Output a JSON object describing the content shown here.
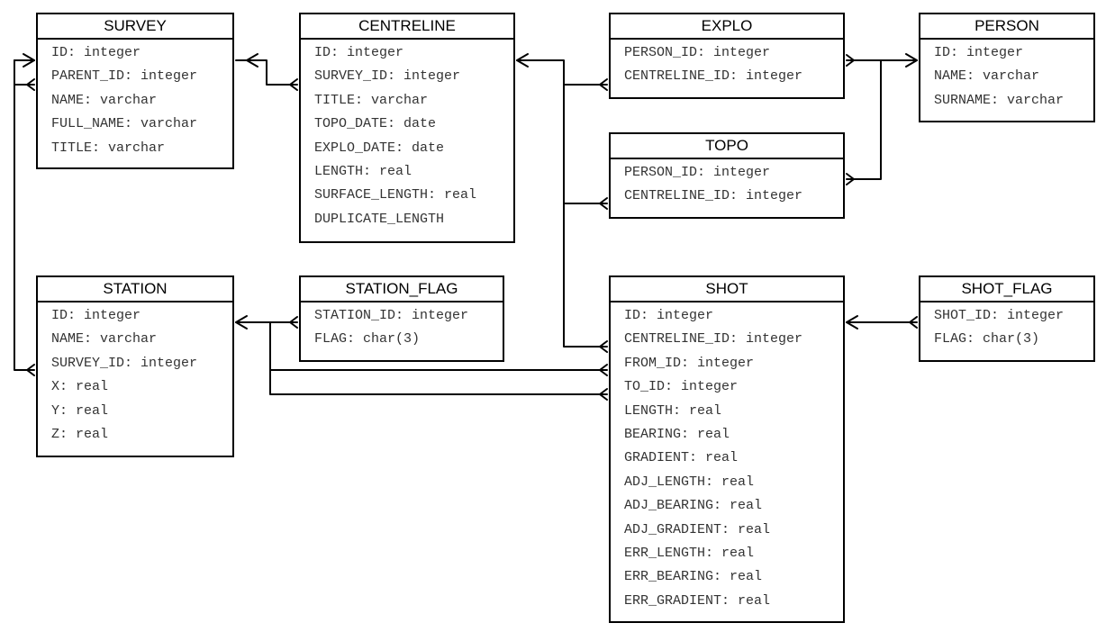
{
  "diagram": {
    "entities": {
      "survey": {
        "name": "SURVEY",
        "fields": [
          "ID: integer",
          "PARENT_ID: integer",
          "NAME: varchar",
          "FULL_NAME: varchar",
          "TITLE: varchar"
        ]
      },
      "centreline": {
        "name": "CENTRELINE",
        "fields": [
          "ID: integer",
          "SURVEY_ID: integer",
          "TITLE: varchar",
          "TOPO_DATE: date",
          "EXPLO_DATE: date",
          "LENGTH: real",
          "SURFACE_LENGTH: real",
          "DUPLICATE_LENGTH"
        ]
      },
      "explo": {
        "name": "EXPLO",
        "fields": [
          "PERSON_ID: integer",
          "CENTRELINE_ID: integer"
        ]
      },
      "person": {
        "name": "PERSON",
        "fields": [
          "ID: integer",
          "NAME: varchar",
          "SURNAME: varchar"
        ]
      },
      "topo": {
        "name": "TOPO",
        "fields": [
          "PERSON_ID: integer",
          "CENTRELINE_ID: integer"
        ]
      },
      "station": {
        "name": "STATION",
        "fields": [
          "ID: integer",
          "NAME: varchar",
          "SURVEY_ID: integer",
          "X: real",
          "Y: real",
          "Z: real"
        ]
      },
      "station_flag": {
        "name": "STATION_FLAG",
        "fields": [
          "STATION_ID: integer",
          "FLAG: char(3)"
        ]
      },
      "shot": {
        "name": "SHOT",
        "fields": [
          "ID: integer",
          "CENTRELINE_ID: integer",
          "FROM_ID: integer",
          "TO_ID: integer",
          "LENGTH: real",
          "BEARING: real",
          "GRADIENT: real",
          "ADJ_LENGTH: real",
          "ADJ_BEARING: real",
          "ADJ_GRADIENT: real",
          "ERR_LENGTH: real",
          "ERR_BEARING: real",
          "ERR_GRADIENT: real"
        ]
      },
      "shot_flag": {
        "name": "SHOT_FLAG",
        "fields": [
          "SHOT_ID: integer",
          "FLAG: char(3)"
        ]
      }
    },
    "relationships": [
      {
        "from": "centreline.SURVEY_ID",
        "to": "survey.ID"
      },
      {
        "from": "survey.PARENT_ID",
        "to": "survey.ID"
      },
      {
        "from": "station.SURVEY_ID",
        "to": "survey.ID"
      },
      {
        "from": "explo.CENTRELINE_ID",
        "to": "centreline.ID"
      },
      {
        "from": "topo.CENTRELINE_ID",
        "to": "centreline.ID"
      },
      {
        "from": "shot.CENTRELINE_ID",
        "to": "centreline.ID"
      },
      {
        "from": "explo.PERSON_ID",
        "to": "person.ID"
      },
      {
        "from": "topo.PERSON_ID",
        "to": "person.ID"
      },
      {
        "from": "station_flag.STATION_ID",
        "to": "station.ID"
      },
      {
        "from": "shot.FROM_ID",
        "to": "station.ID"
      },
      {
        "from": "shot.TO_ID",
        "to": "station.ID"
      },
      {
        "from": "shot_flag.SHOT_ID",
        "to": "shot.ID"
      }
    ]
  }
}
